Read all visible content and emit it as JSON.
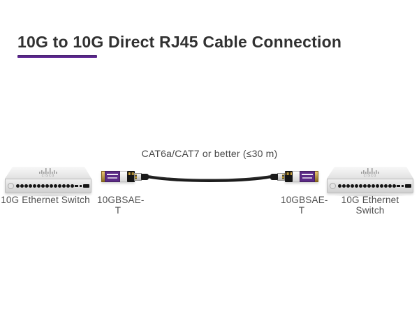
{
  "header": {
    "title": "10G to 10G Direct RJ45 Cable Connection",
    "accent_color": "#5c2d91"
  },
  "diagram": {
    "cable_label": "CAT6a/CAT7 or better (≤30 m)",
    "left_switch": {
      "label": "10G Ethernet Switch",
      "brand": "cisco",
      "rj45_ports": 14,
      "uplink_slots": 2
    },
    "right_switch": {
      "label": "10G Ethernet Switch",
      "brand": "cisco",
      "rj45_ports": 14,
      "uplink_slots": 2
    },
    "left_transceiver": {
      "label": "10GBSAE-T"
    },
    "right_transceiver": {
      "label": "10GBSAE-T"
    },
    "colors": {
      "cable": "#1b1b1b",
      "transceiver_sticker": "#5b2a86",
      "contact_gold": "#c9a227",
      "switch_body": "#e4e4e4"
    }
  }
}
